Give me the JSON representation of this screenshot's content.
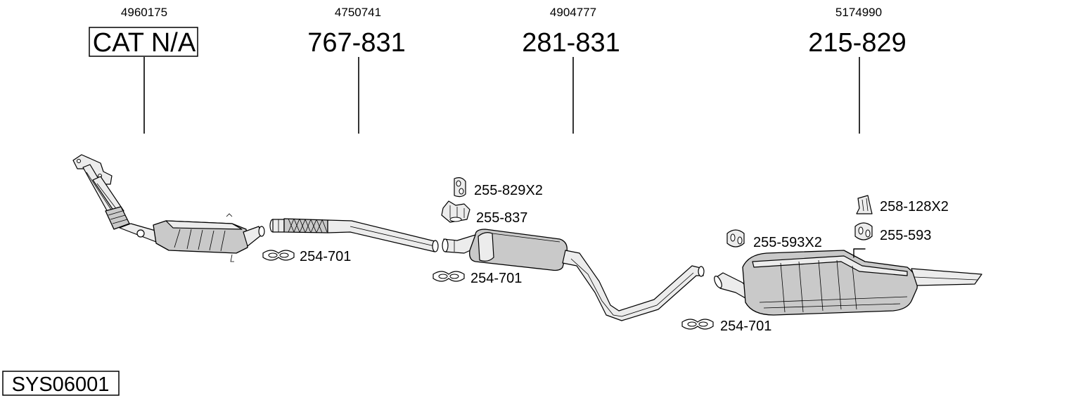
{
  "parts": [
    {
      "oe": "4960175",
      "code": "CAT N/A",
      "boxed": true
    },
    {
      "oe": "4750741",
      "code": "767-831",
      "boxed": false
    },
    {
      "oe": "4904777",
      "code": "281-831",
      "boxed": false
    },
    {
      "oe": "5174990",
      "code": "215-829",
      "boxed": false
    }
  ],
  "fittings": {
    "clamp_1": "254-701",
    "clamp_2": "254-701",
    "clamp_3": "254-701",
    "rubber_mount_a": "255-829X2",
    "bracket_a": "255-837",
    "rubber_mount_b": "255-593X2",
    "bracket_b": "258-128X2",
    "rubber_mount_c": "255-593"
  },
  "system_code": "SYS06001"
}
